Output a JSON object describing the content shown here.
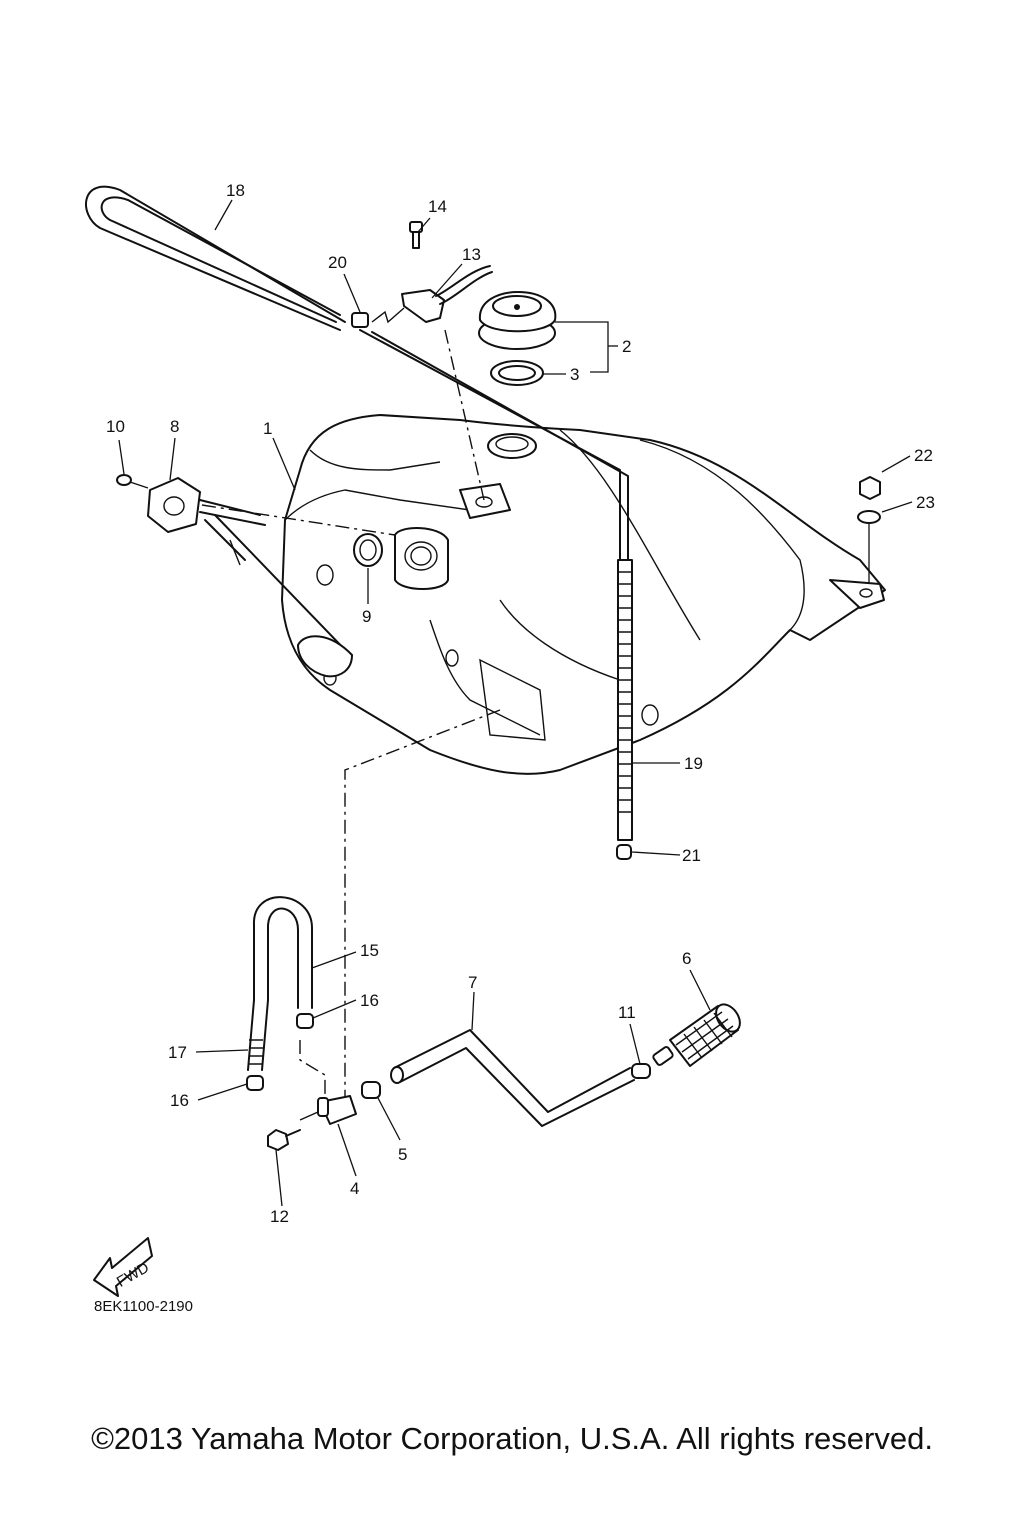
{
  "diagram": {
    "callouts": {
      "c1": "1",
      "c2": "2",
      "c3": "3",
      "c4": "4",
      "c5": "5",
      "c6": "6",
      "c7": "7",
      "c8": "8",
      "c9": "9",
      "c10": "10",
      "c11": "11",
      "c12": "12",
      "c13": "13",
      "c14": "14",
      "c15": "15",
      "c16a": "16",
      "c16b": "16",
      "c17": "17",
      "c18": "18",
      "c19": "19",
      "c20": "20",
      "c21": "21",
      "c22": "22",
      "c23": "23"
    },
    "fwd_label": "FWD",
    "drawing_code": "8EK1100-2190"
  },
  "footer": {
    "copyright": "©2013 Yamaha Motor Corporation, U.S.A. All rights reserved."
  }
}
